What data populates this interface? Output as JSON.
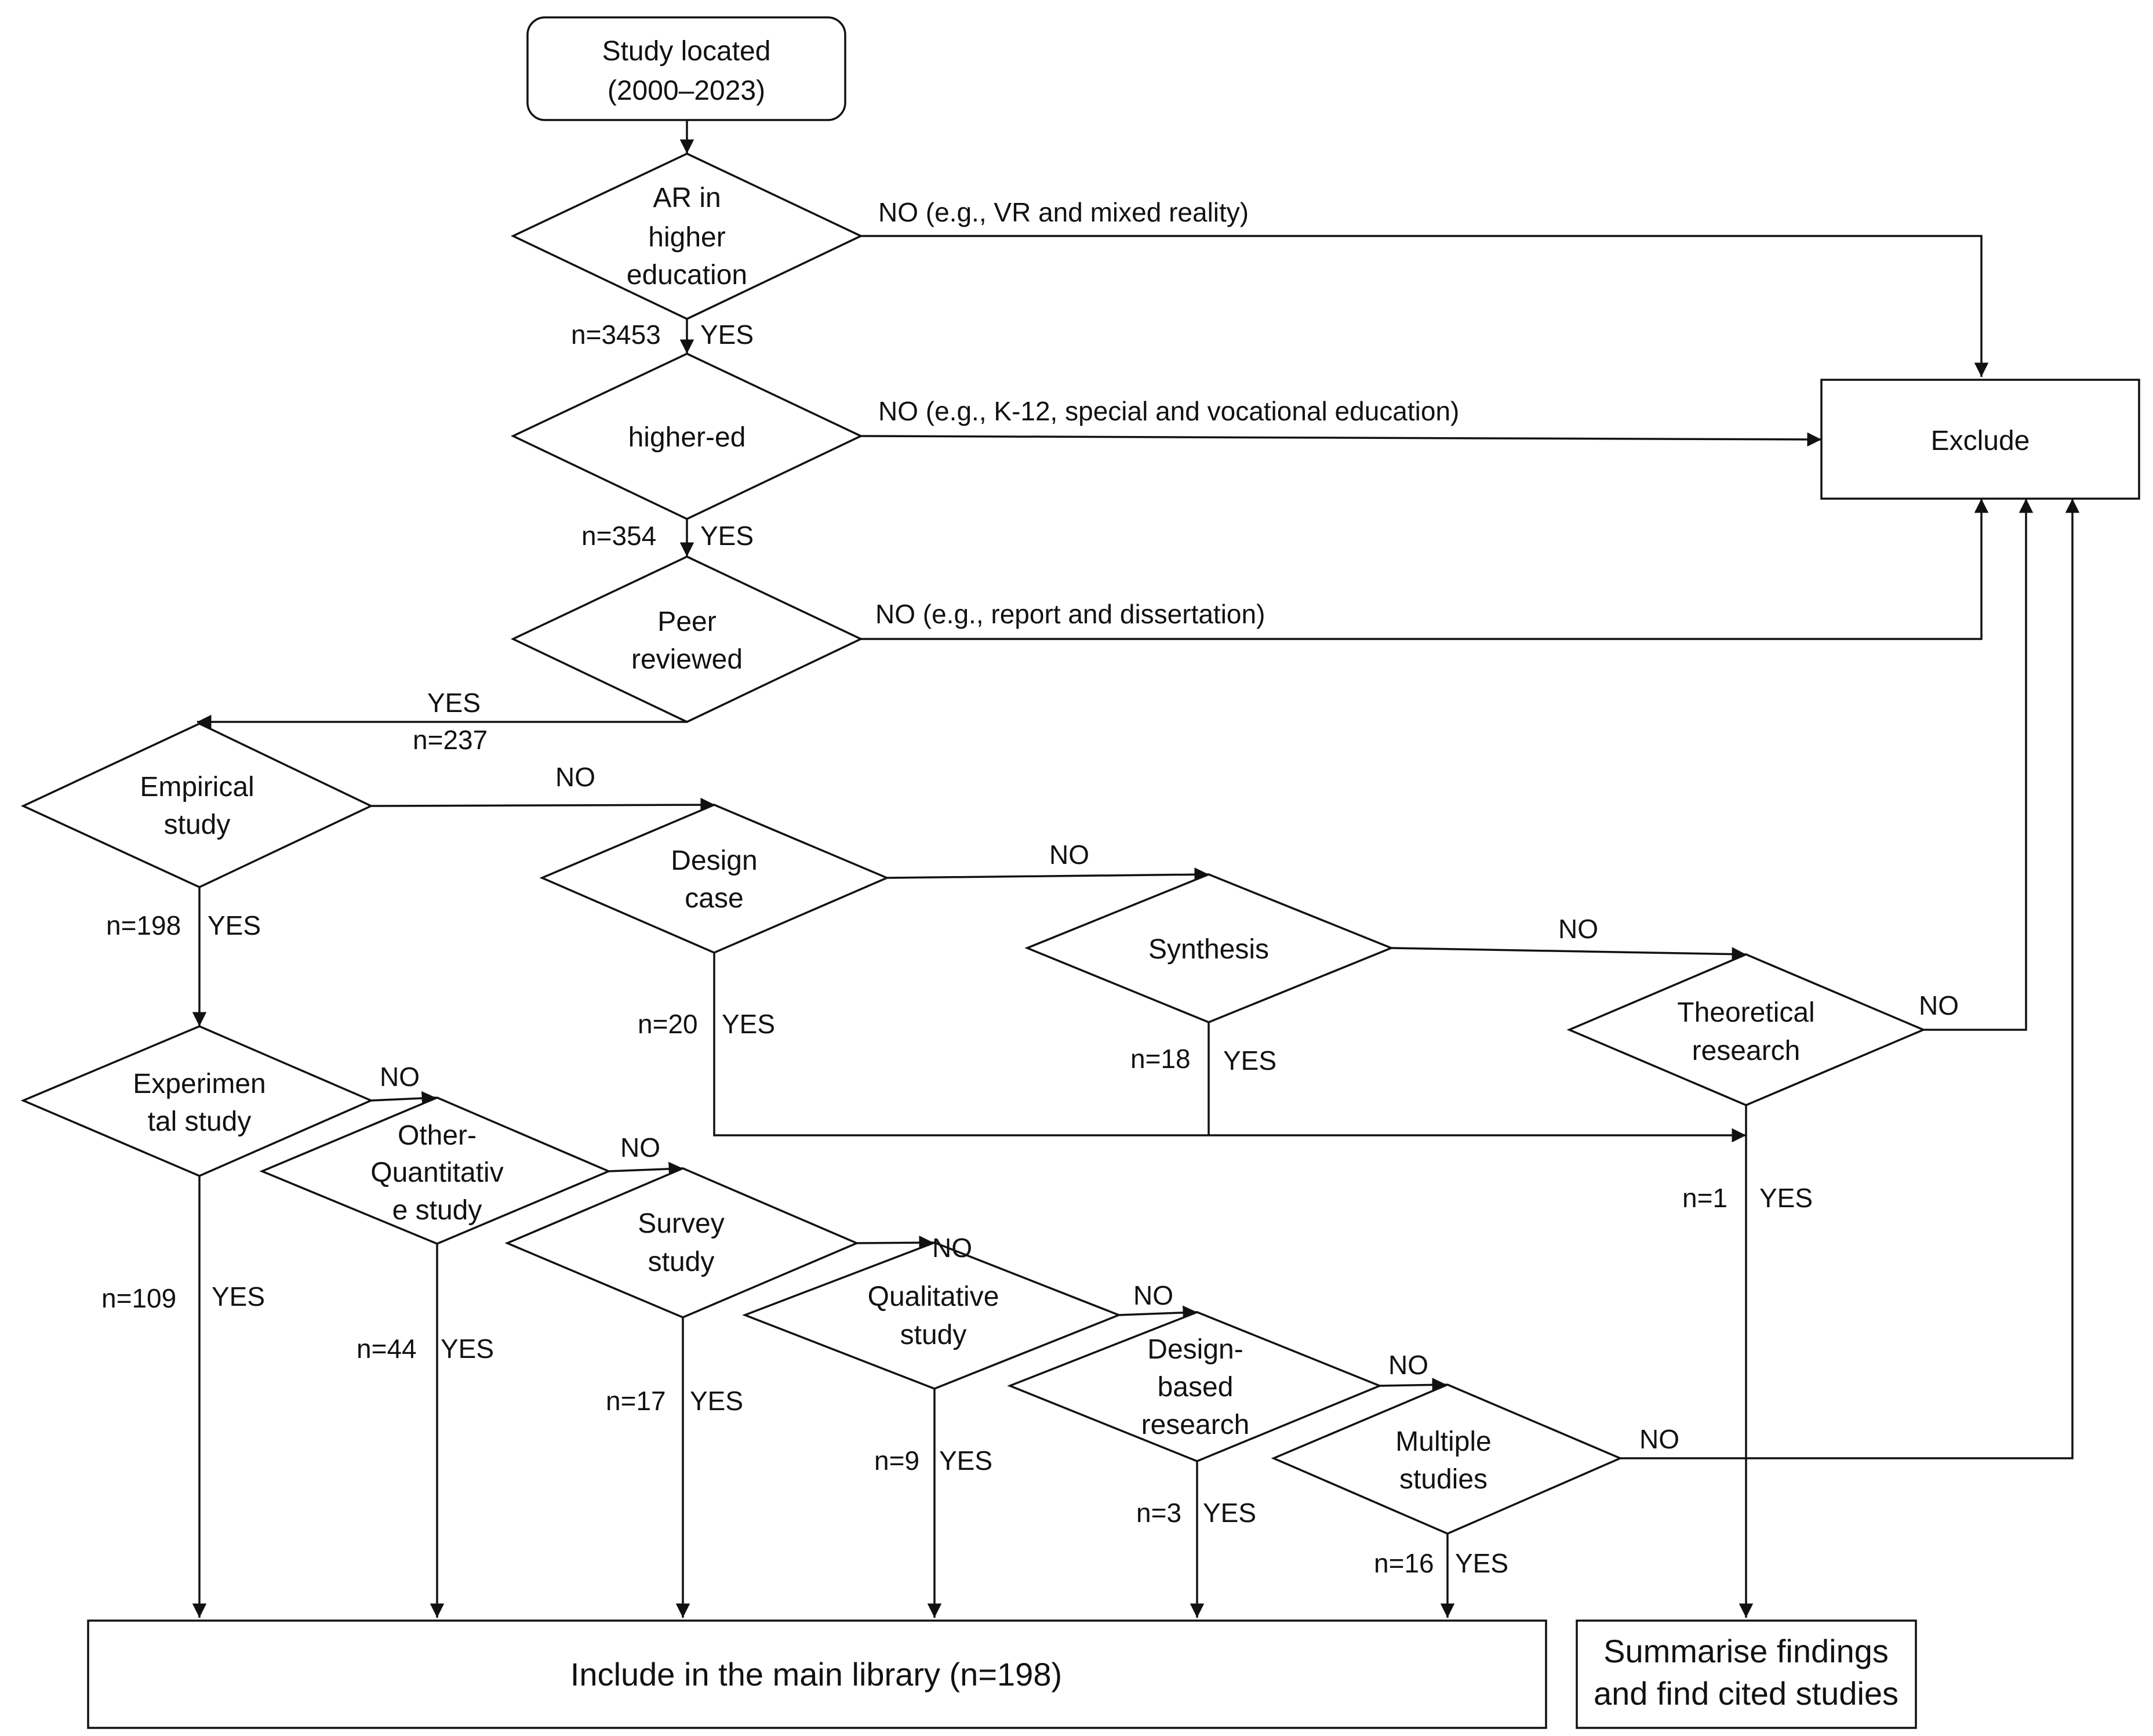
{
  "nodes": {
    "study_located": {
      "lines": [
        "Study located",
        "(2000–2023)"
      ]
    },
    "ar_higher_ed": {
      "lines": [
        "AR in",
        "higher",
        "education"
      ]
    },
    "higher_ed": {
      "lines": [
        "higher-ed"
      ]
    },
    "peer_reviewed": {
      "lines": [
        "Peer",
        "reviewed"
      ]
    },
    "exclude": {
      "lines": [
        "Exclude"
      ]
    },
    "empirical_study": {
      "lines": [
        "Empirical",
        "study"
      ]
    },
    "design_case": {
      "lines": [
        "Design",
        "case"
      ]
    },
    "synthesis": {
      "lines": [
        "Synthesis"
      ]
    },
    "theoretical_research": {
      "lines": [
        "Theoretical",
        "research"
      ]
    },
    "experimental_study": {
      "lines": [
        "Experimen",
        "tal study"
      ]
    },
    "other_quantitative": {
      "lines": [
        "Other-",
        "Quantitativ",
        "e study"
      ]
    },
    "survey_study": {
      "lines": [
        "Survey",
        "study"
      ]
    },
    "qualitative_study": {
      "lines": [
        "Qualitative",
        "study"
      ]
    },
    "design_based_research": {
      "lines": [
        "Design-",
        "based",
        "research"
      ]
    },
    "multiple_studies": {
      "lines": [
        "Multiple",
        "studies"
      ]
    },
    "include_main_library": {
      "lines": [
        "Include in the main library (n=198)"
      ]
    },
    "summarise_findings": {
      "lines": [
        "Summarise findings",
        "and find cited studies"
      ]
    }
  },
  "edges": {
    "ar_no": "NO (e.g., VR and mixed reality)",
    "ar_yes_n": "n=3453",
    "ar_yes": "YES",
    "highered_no": "NO (e.g., K-12, special and vocational education)",
    "highered_yes_n": "n=354",
    "highered_yes": "YES",
    "peer_no": "NO  (e.g., report and dissertation)",
    "peer_yes": "YES",
    "peer_yes_n": "n=237",
    "empirical_no": "NO",
    "empirical_yes_n": "n=198",
    "empirical_yes": "YES",
    "design_case_no": "NO",
    "design_case_yes_n": "n=20",
    "design_case_yes": "YES",
    "synthesis_no": "NO",
    "synthesis_yes_n": "n=18",
    "synthesis_yes": "YES",
    "theoretical_no": "NO",
    "theoretical_yes_n": "n=1",
    "theoretical_yes": "YES",
    "experimental_no": "NO",
    "experimental_yes_n": "n=109",
    "experimental_yes": "YES",
    "other_quant_no": "NO",
    "other_quant_yes_n": "n=44",
    "other_quant_yes": "YES",
    "survey_no": "NO",
    "survey_yes_n": "n=17",
    "survey_yes": "YES",
    "qualitative_no": "NO",
    "qualitative_yes_n": "n=9",
    "qualitative_yes": "YES",
    "dbr_no": "NO",
    "dbr_yes_n": "n=3",
    "dbr_yes": "YES",
    "multiple_no": "NO",
    "multiple_yes_n": "n=16",
    "multiple_yes": "YES"
  }
}
